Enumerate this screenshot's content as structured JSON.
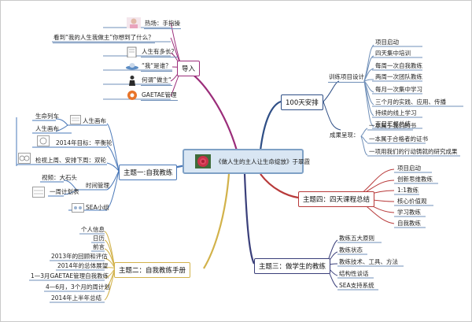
{
  "center": {
    "title": "《做人生的主人让生命绽放》于翠霞",
    "image": "rose-photo-icon"
  },
  "branches": {
    "intro": {
      "label": "导入",
      "items": [
        "热场：手指操",
        "看到“我的人生我做主”你想到了什么？",
        "人生有多长？",
        "“我“是谁？",
        "何谓”做主“",
        "GAETAE管理"
      ]
    },
    "hundred_days": {
      "label": "100天安排",
      "training_design": {
        "label": "训练项目设计",
        "items": [
          "项目启动",
          "四天集中培训",
          "每周一次自我教练",
          "两周一次团队教练",
          "每月一次集中学习",
          "三个月的实践、应用、传播",
          "持续的线上学习",
          "百日汇报总结"
        ]
      },
      "results": {
        "label": "成果呈现：",
        "items": [
          "一本属于我们的书",
          "一本属于合格者的证书",
          "一项用我们的行动铸就的研究成果"
        ]
      }
    },
    "theme4": {
      "label": "主题四：四天课程总结",
      "items": [
        "项目启动",
        "创新思维教练",
        "1:1教练",
        "核心价值观",
        "学习教练",
        "自我教练"
      ]
    },
    "theme3": {
      "label": "主题三：做学生的教练",
      "items": [
        "教练五大原则",
        "教练状态",
        "教练技术、工具、方法",
        "结构性谈话",
        "SEA支持系统"
      ]
    },
    "theme1": {
      "label": "主题一:自我教练",
      "items": {
        "life_canvas": "人生画布",
        "life_train": "生命列车",
        "life_canvas2": "人生画布",
        "goal_2014": "2014年目标：平衡轮",
        "wheel": "检视上周、安排下周：双轮",
        "time_mgmt": "时间管理",
        "rocks": "视频：大石头",
        "weekly": "一周计划表",
        "sea": "SEA小组"
      }
    },
    "theme2": {
      "label": "主题二：自我教练手册",
      "items": [
        "个人信息",
        "日历",
        "前言",
        "2013年的回顾和评估",
        "2014年的总体展望",
        "1—3月GAETAE管理自我教练",
        "4—6月，3个月的周计划",
        "2014年上半年总结"
      ]
    }
  },
  "colors": {
    "intro": "#9b2d7a",
    "hundred_days": "#2f4f86",
    "theme4": "#b83a3a",
    "theme3": "#3a3f7a",
    "theme1": "#4a78b8",
    "theme2": "#d2b24a"
  }
}
